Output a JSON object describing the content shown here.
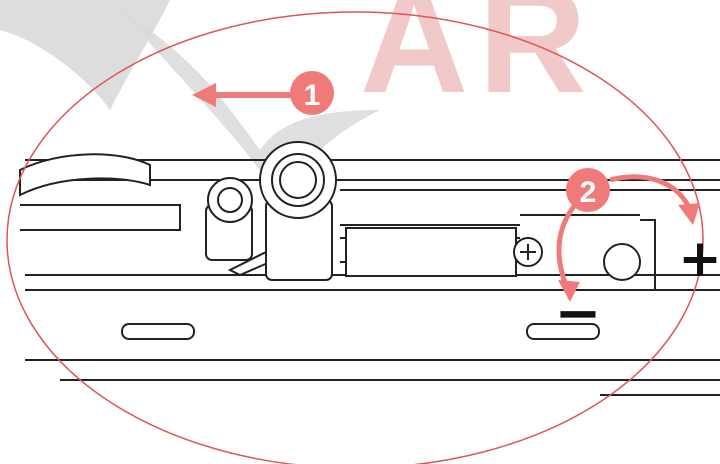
{
  "watermark": {
    "text": "AR",
    "color": "#f2c9c9"
  },
  "steps": [
    {
      "number": "1",
      "action": "slide-left"
    },
    {
      "number": "2",
      "action": "rotate"
    }
  ],
  "adjust": {
    "plus_label": "+",
    "minus_label": "−"
  },
  "colors": {
    "accent": "#f07a7a",
    "outline": "#e05555",
    "line": "#222222",
    "watermark_gray": "#d9d9d9"
  },
  "icons": [
    "arrow-left-icon",
    "rotate-arrow-icon",
    "screw-icon",
    "bolt-icon"
  ]
}
